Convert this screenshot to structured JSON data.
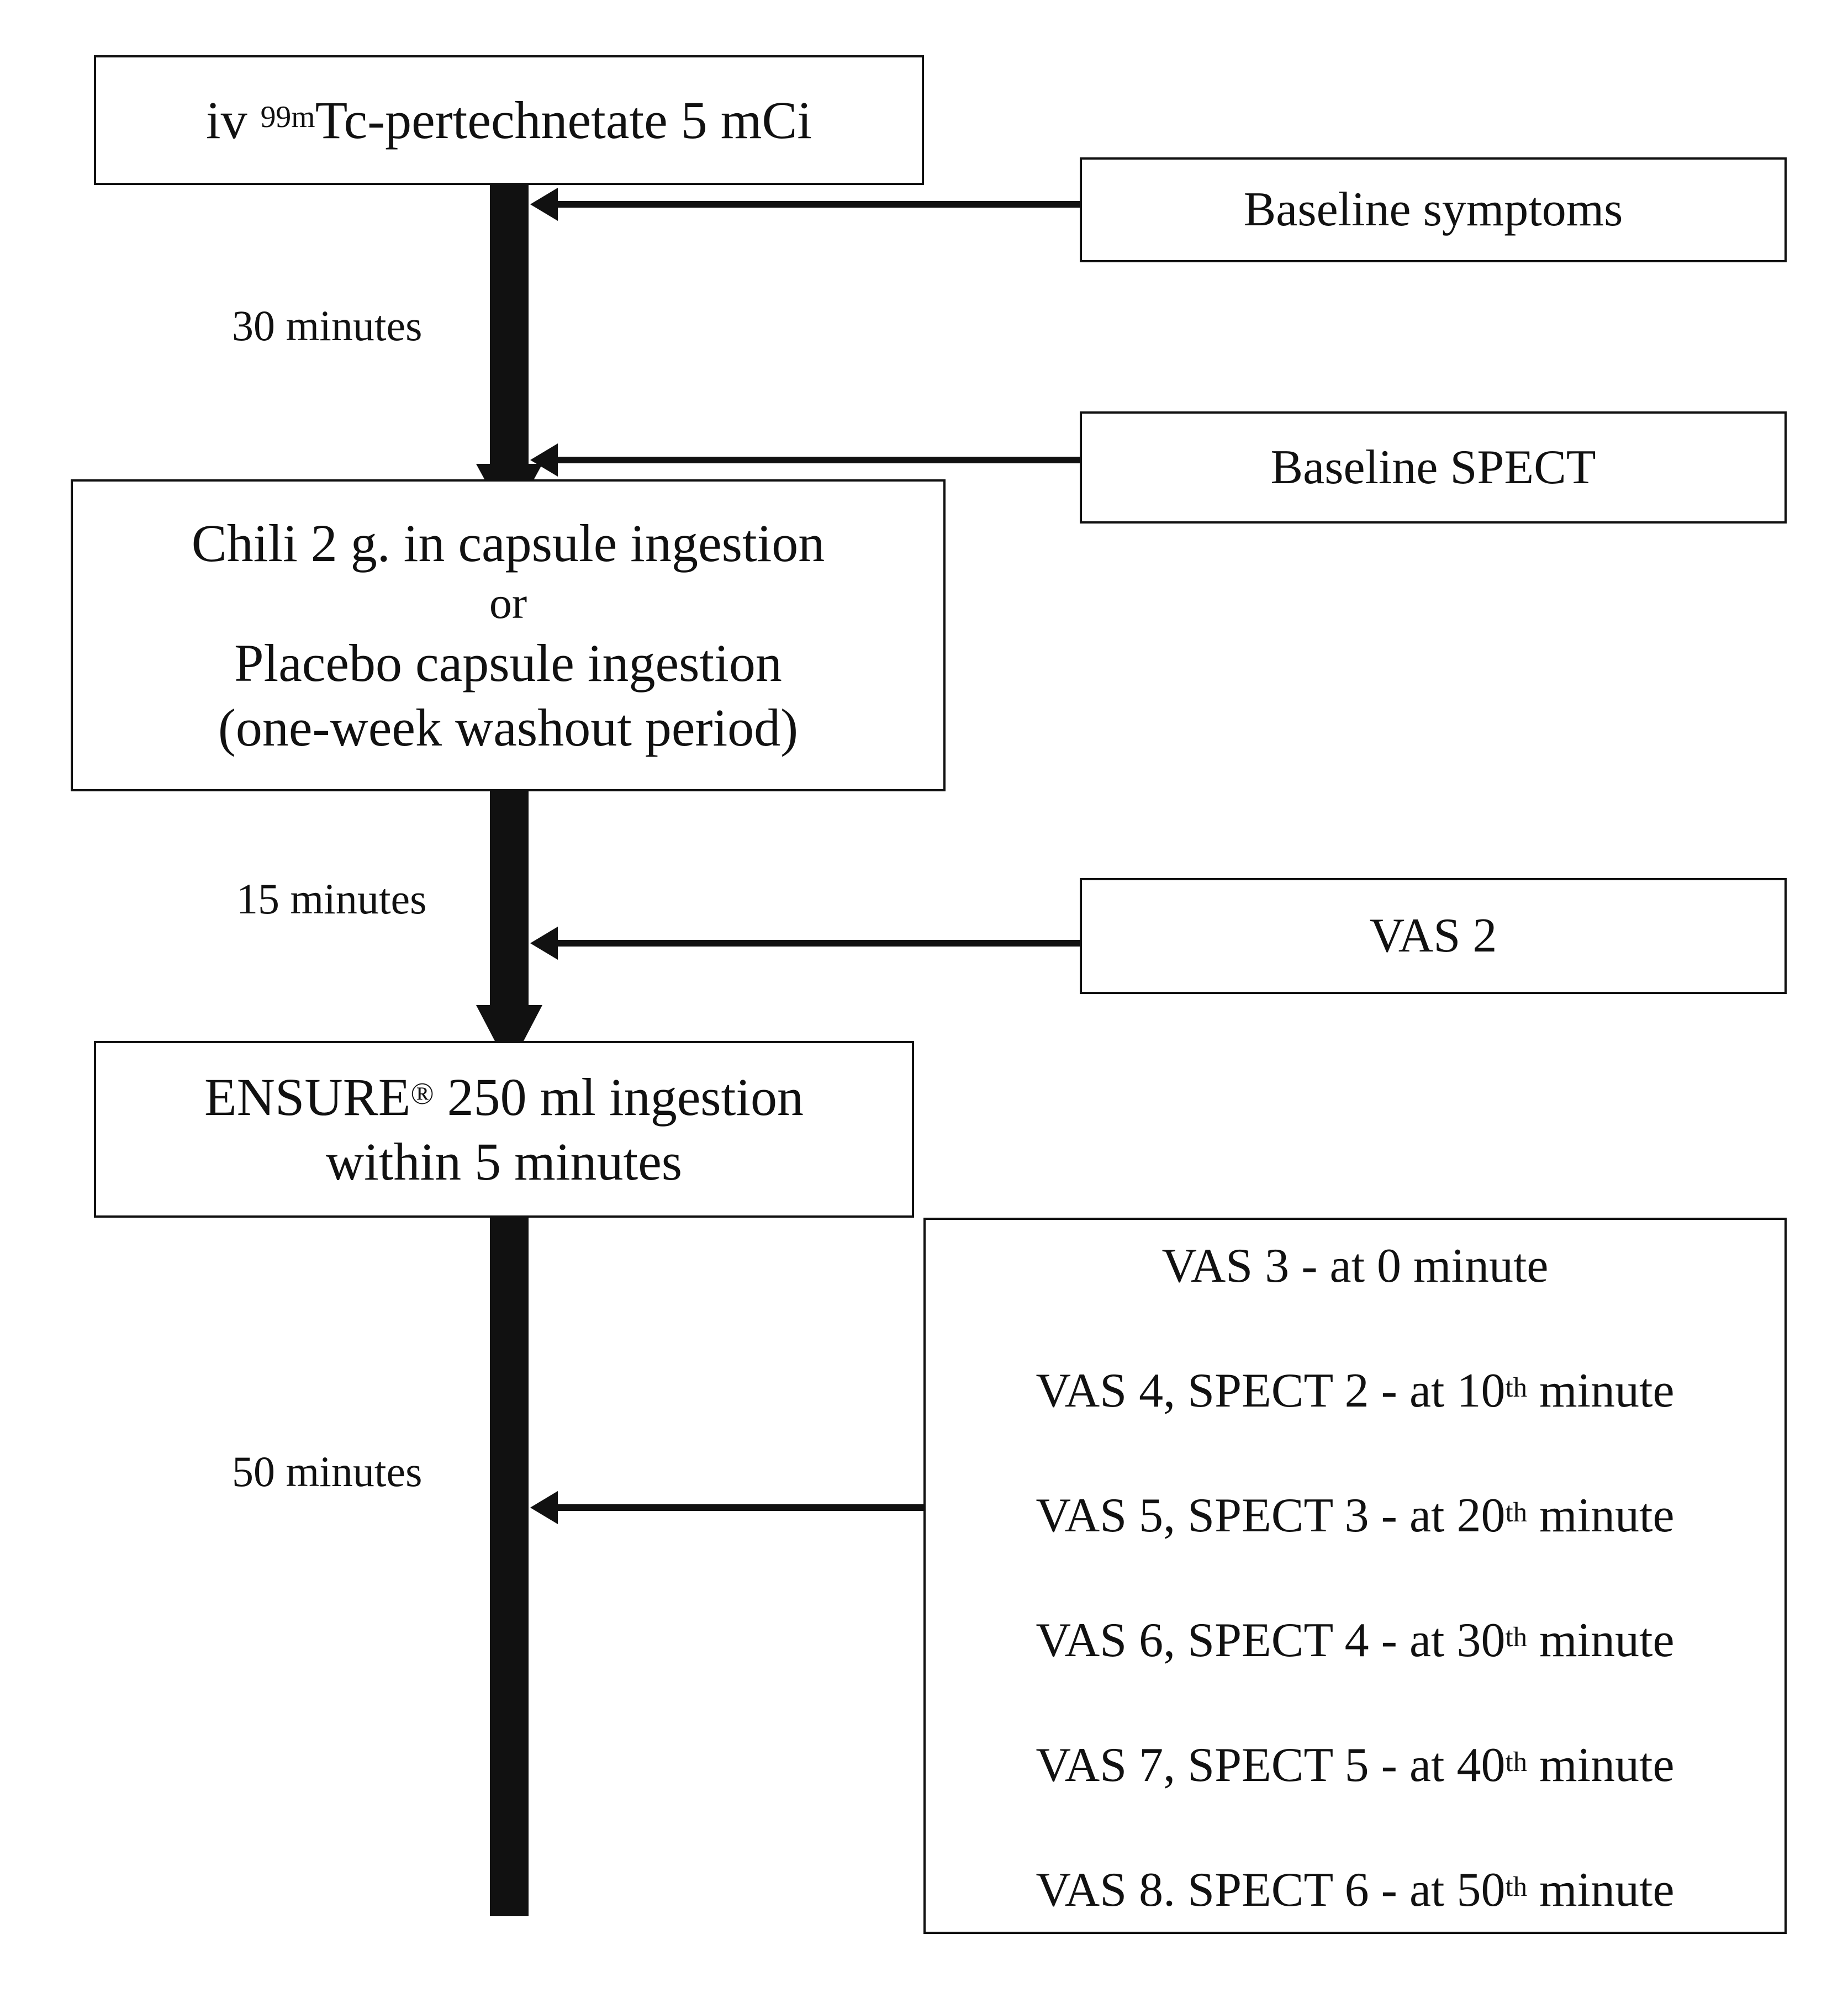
{
  "steps": {
    "injection": {
      "prefix": "iv ",
      "superscript": "99m",
      "suffix": "Tc-pertechnetate 5 mCi"
    },
    "intervention": {
      "line1": "Chili 2 g. in capsule ingestion",
      "line2": "or",
      "line3": "Placebo capsule ingestion",
      "line4": "(one-week washout period)"
    },
    "meal": {
      "line1_prefix": "ENSURE",
      "line1_superscript": "®",
      "line1_suffix": " 250 ml ingestion",
      "line2": "within 5 minutes"
    }
  },
  "intervals": {
    "first": "30 minutes",
    "second": "15 minutes",
    "third": "50 minutes"
  },
  "side_boxes": {
    "baseline_symptoms": "Baseline symptoms",
    "baseline_spect": "Baseline SPECT",
    "vas2": "VAS 2"
  },
  "schedule": [
    {
      "prefix": "VAS 3 - at 0 minute",
      "superscript": "",
      "suffix": ""
    },
    {
      "prefix": "VAS 4, SPECT 2 - at 10",
      "superscript": "th",
      "suffix": " minute"
    },
    {
      "prefix": "VAS 5, SPECT 3 - at 20",
      "superscript": "th",
      "suffix": " minute"
    },
    {
      "prefix": "VAS 6, SPECT 4 - at 30",
      "superscript": "th",
      "suffix": " minute"
    },
    {
      "prefix": "VAS 7, SPECT 5 - at 40",
      "superscript": "th",
      "suffix": " minute"
    },
    {
      "prefix": "VAS 8. SPECT 6 - at 50",
      "superscript": "th",
      "suffix": " minute"
    }
  ]
}
